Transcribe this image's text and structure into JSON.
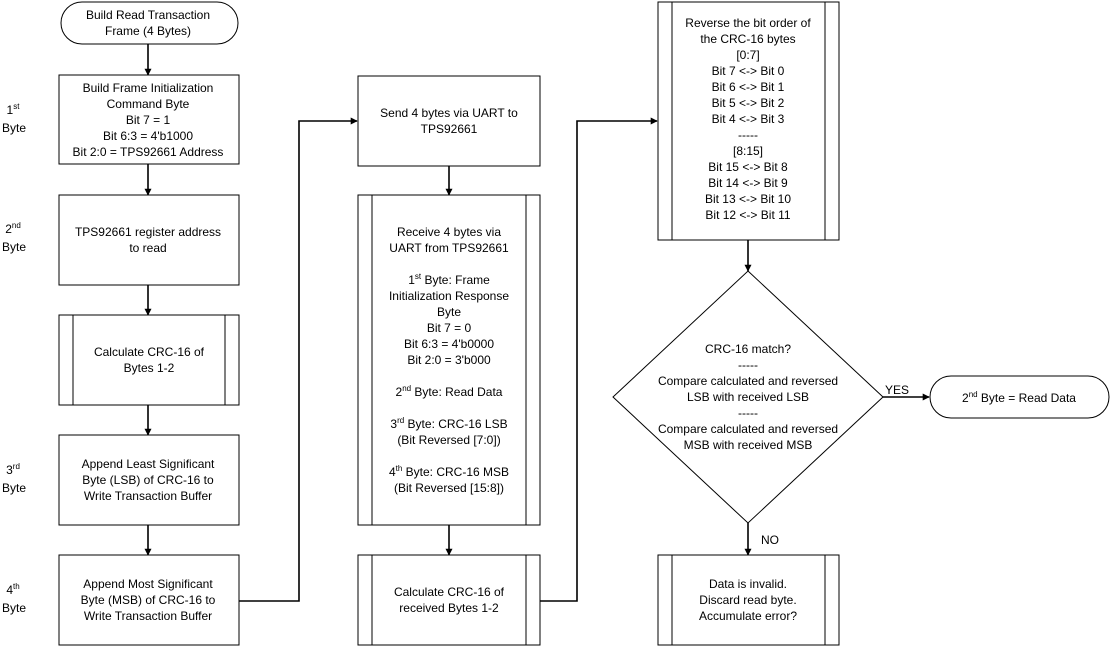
{
  "nodes": {
    "start": [
      "Build Read Transaction",
      "Frame (4 Bytes)"
    ],
    "frame_init": [
      "Build Frame Initialization",
      "Command Byte",
      "Bit 7 = 1",
      "Bit 6:3 = 4'b1000",
      "Bit 2:0 = TPS92661 Address"
    ],
    "reg_addr": [
      "TPS92661 register address",
      "to read"
    ],
    "calc_crc": [
      "Calculate CRC-16 of",
      "Bytes 1-2"
    ],
    "append_lsb": [
      "Append Least Significant",
      "Byte (LSB) of CRC-16 to",
      "Write Transaction Buffer"
    ],
    "append_msb": [
      "Append Most Significant",
      "Byte (MSB) of CRC-16 to",
      "Write Transaction Buffer"
    ],
    "send": [
      "Send 4 bytes via UART to",
      "TPS92661"
    ],
    "receive": {
      "line1": "Receive 4 bytes via",
      "line2": "UART from TPS92661",
      "b1_num": "1",
      "b1_sup": "st",
      "b1_label": " Byte: Frame",
      "b1_line2": "Initialization Response",
      "b1_line3": "Byte",
      "bit7": "Bit 7 = 0",
      "bit63": "Bit 6:3 = 4'b0000",
      "bit20": "Bit 2:0 = 3'b000",
      "b2_num": "2",
      "b2_sup": "nd",
      "b2_label": " Byte: Read Data",
      "b3_num": "3",
      "b3_sup": "rd",
      "b3_label": " Byte: CRC-16 LSB",
      "b3_line2": "(Bit Reversed [7:0])",
      "b4_num": "4",
      "b4_sup": "th",
      "b4_label": " Byte: CRC-16 MSB",
      "b4_line2": "(Bit Reversed [15:8])"
    },
    "calc_recv": [
      "Calculate CRC-16 of",
      "received Bytes 1-2"
    ],
    "reverse": [
      "Reverse the bit order of",
      "the CRC-16 bytes",
      "[0:7]",
      "Bit 7 <-> Bit 0",
      "Bit 6 <-> Bit 1",
      "Bit 5 <-> Bit 2",
      "Bit 4 <-> Bit 3",
      "-----",
      "[8:15]",
      "Bit 15 <-> Bit 8",
      "Bit 14 <-> Bit 9",
      "Bit 13 <-> Bit 10",
      "Bit 12 <-> Bit 11"
    ],
    "decision": [
      "CRC-16 match?",
      "-----",
      "Compare calculated and reversed",
      "LSB with received LSB",
      "-----",
      "Compare calculated and reversed",
      "MSB with received MSB"
    ],
    "invalid": [
      "Data is invalid.",
      "Discard read byte.",
      "Accumulate error?"
    ],
    "read_data": {
      "num": "2",
      "sup": "nd",
      "label": " Byte = Read Data"
    }
  },
  "byte_labels": [
    {
      "num": "1",
      "sup": "st",
      "word": "Byte"
    },
    {
      "num": "2",
      "sup": "nd",
      "word": "Byte"
    },
    {
      "num": "3",
      "sup": "rd",
      "word": "Byte"
    },
    {
      "num": "4",
      "sup": "th",
      "word": "Byte"
    }
  ],
  "edge_labels": {
    "yes": "YES",
    "no": "NO"
  }
}
